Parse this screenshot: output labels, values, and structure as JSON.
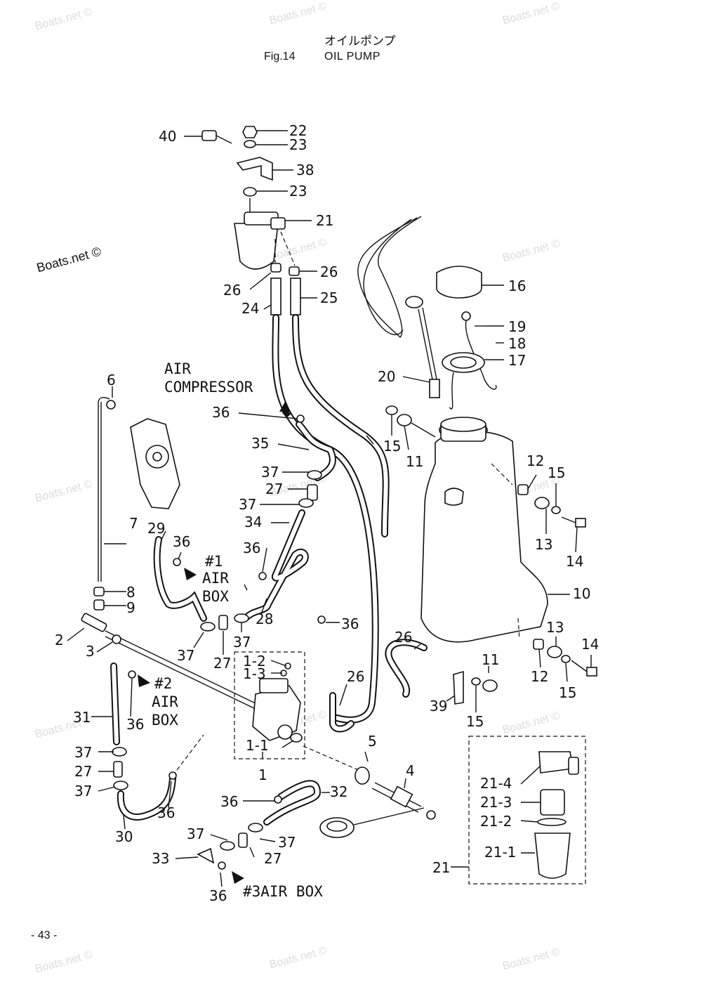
{
  "header": {
    "title_jp": "オイルポンプ",
    "figure_number": "Fig.14",
    "title": "OIL PUMP"
  },
  "page_number": "- 43 -",
  "watermark": {
    "text": "Boats.net ©",
    "dark_text": "Boats.net ©"
  },
  "callouts": {
    "c1": "1",
    "c1_1": "1-1",
    "c1_2": "1-2",
    "c1_3": "1-3",
    "c2": "2",
    "c3": "3",
    "c4": "4",
    "c5": "5",
    "c6": "6",
    "c7": "7",
    "c8": "8",
    "c9": "9",
    "c10": "10",
    "c11a": "11",
    "c11b": "11",
    "c12a": "12",
    "c12b": "12",
    "c13a": "13",
    "c13b": "13",
    "c14a": "14",
    "c14b": "14",
    "c15a": "15",
    "c15b": "15",
    "c15c": "15",
    "c15d": "15",
    "c16": "16",
    "c17": "17",
    "c18": "18",
    "c19": "19",
    "c20": "20",
    "c21a": "21",
    "c21b": "21",
    "c21_1": "21-1",
    "c21_2": "21-2",
    "c21_3": "21-3",
    "c21_4": "21-4",
    "c22": "22",
    "c23a": "23",
    "c23b": "23",
    "c24": "24",
    "c25": "25",
    "c26a": "26",
    "c26b": "26",
    "c26c": "26",
    "c26d": "26",
    "c27a": "27",
    "c27b": "27",
    "c27c": "27",
    "c27d": "27",
    "c28": "28",
    "c29": "29",
    "c30": "30",
    "c31": "31",
    "c32": "32",
    "c33": "33",
    "c34": "34",
    "c35": "35",
    "c36a": "36",
    "c36b": "36",
    "c36c": "36",
    "c36d": "36",
    "c36e": "36",
    "c36f": "36",
    "c36g": "36",
    "c36h": "36",
    "c37a": "37",
    "c37b": "37",
    "c37c": "37",
    "c37d": "37",
    "c37e": "37",
    "c37f": "37",
    "c37g": "37",
    "c37h": "37",
    "c38": "38",
    "c39": "39",
    "c40": "40"
  },
  "annotations": {
    "air_compressor_1": "AIR",
    "air_compressor_2": "COMPRESSOR",
    "airbox1_1": "#1",
    "airbox1_2": "AIR",
    "airbox1_3": "BOX",
    "airbox2_1": "#2",
    "airbox2_2": "AIR",
    "airbox2_3": "BOX",
    "airbox3": "#3AIR BOX"
  }
}
